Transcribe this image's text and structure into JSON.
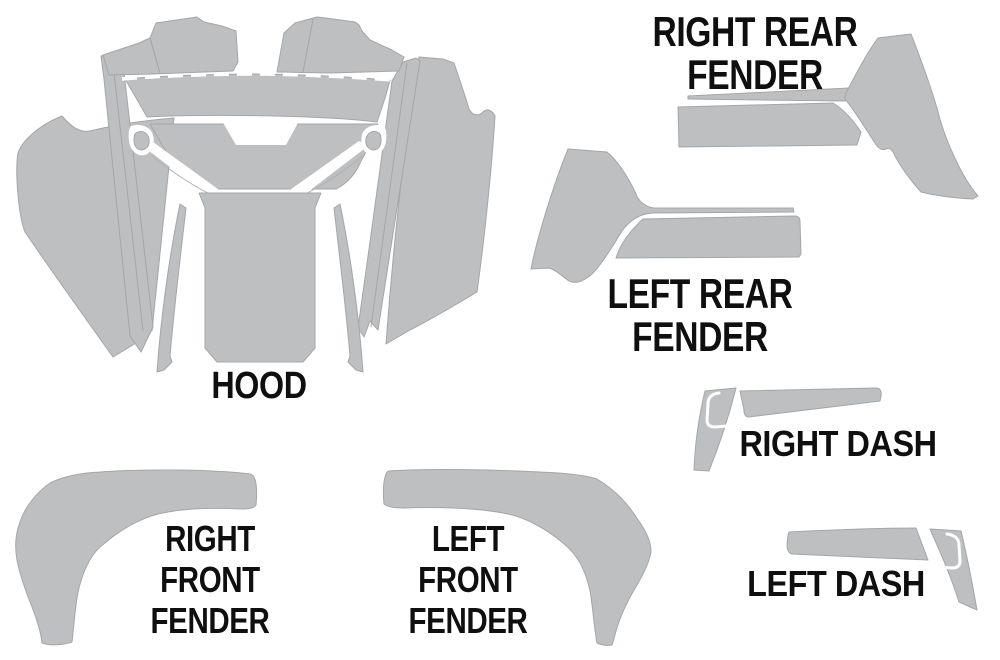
{
  "theme": {
    "background": "#ffffff",
    "panel_fill": "#bdbfc1",
    "panel_stroke": "#a3a7aa",
    "seam": "#aeb1b4",
    "label_color": "#0f0f0f"
  },
  "labels": {
    "hood": "HOOD",
    "right_rear_fender": "RIGHT REAR\nFENDER",
    "left_rear_fender": "LEFT REAR\nFENDER",
    "right_front_fender": "RIGHT\nFRONT\nFENDER",
    "left_front_fender": "LEFT\nFRONT\nFENDER",
    "right_dash": "RIGHT DASH",
    "left_dash": "LEFT DASH"
  }
}
